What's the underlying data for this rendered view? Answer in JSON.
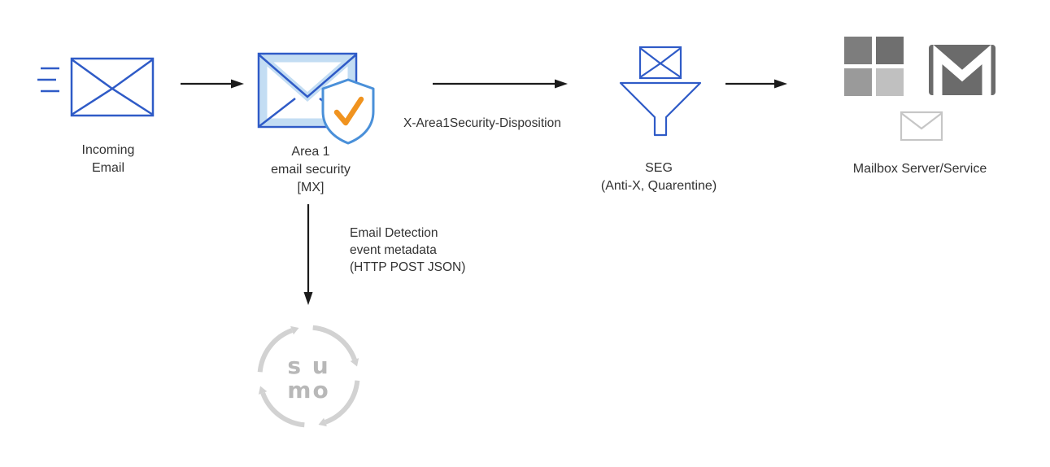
{
  "diagram": {
    "nodes": {
      "incoming_email": {
        "line1": "Incoming",
        "line2": "Email"
      },
      "area1": {
        "line1": "Area 1",
        "line2": "email security",
        "line3": "[MX]"
      },
      "seg": {
        "line1": "SEG",
        "line2": "(Anti-X, Quarentine)"
      },
      "mailbox": {
        "label": "Mailbox Server/Service"
      },
      "sumo_logic": {
        "line1": "s u",
        "line2": "mo"
      }
    },
    "edges": {
      "area1_to_seg": {
        "label": "X-Area1Security-Disposition"
      },
      "area1_to_sumo": {
        "line1": "Email Detection",
        "line2": "event metadata",
        "line3": "(HTTP POST JSON)"
      }
    },
    "icons": {
      "incoming_envelope": "blue outlined envelope with speed lines",
      "area1_shield": "blue envelope with shield and orange checkmark",
      "seg_funnel": "envelope feeding into funnel",
      "microsoft_logo": "four gray squares grid",
      "gmail_logo": "dark gray envelope with white M",
      "mail_envelope": "light gray outlined envelope",
      "sumo_logic_logo": "gray circular arrows around sumo wordmark"
    },
    "colors": {
      "envelope_blue": "#2f5bc7",
      "envelope_light_blue": "#c3ddf3",
      "shield_blue": "#4a90d9",
      "check_orange": "#f0931f",
      "arrow_black": "#1b1b1b",
      "text_dark": "#333333",
      "microsoft_gray_tl": "#7d7d7d",
      "microsoft_gray_tr": "#6f6f6f",
      "microsoft_gray_bl": "#9a9a9a",
      "microsoft_gray_br": "#c0c0c0",
      "gmail_gray": "#6b6b6b",
      "light_gray": "#c6c6c6",
      "sumo_gray": "#d2d2d2"
    }
  }
}
